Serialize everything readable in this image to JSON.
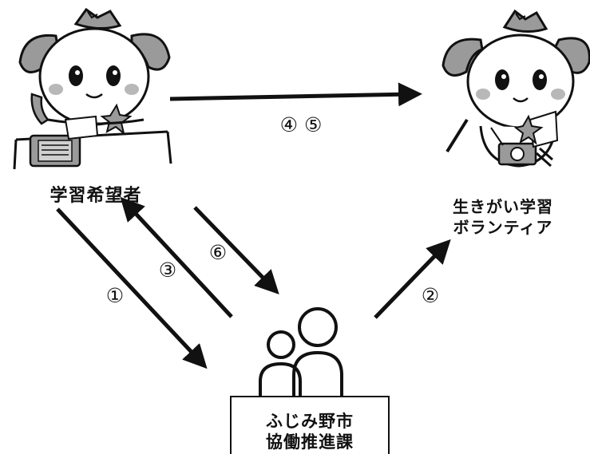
{
  "nodes": {
    "applicant": {
      "label": "学習希望者"
    },
    "volunteer": {
      "label_line1": "生きがい学習",
      "label_line2": "ボランティア"
    },
    "office": {
      "label_line1": "ふじみ野市",
      "label_line2": "協働推進課"
    }
  },
  "steps": {
    "s1": "①",
    "s2": "②",
    "s3": "③",
    "s45": "④ ⑤",
    "s6": "⑥"
  },
  "colors": {
    "ink": "#111111",
    "mascot_fill": "#9a9a9a",
    "cheek": "#b8b8b8",
    "background": "#ffffff"
  }
}
